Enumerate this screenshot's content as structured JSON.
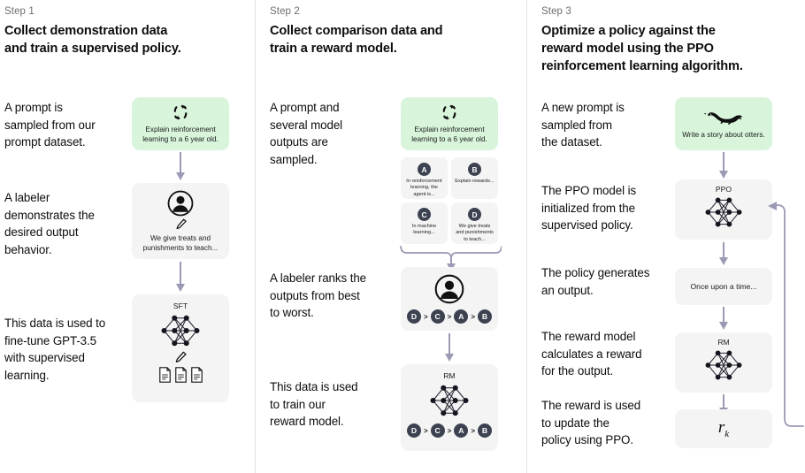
{
  "meta": {
    "diagram_title": "RLHF three-step training diagram",
    "accent_green": "#d8f5dc",
    "box_gray": "#f4f4f4",
    "badge_navy": "#3d4251",
    "arrow_purple": "#9a9ab5",
    "divider_gray": "#e3e3e3"
  },
  "columns": [
    {
      "step_label": "Step 1",
      "step_title": "Collect demonstration data\nand train a supervised policy.",
      "descriptions": [
        "A prompt is\nsampled from our\nprompt dataset.",
        "A labeler\ndemonstrates the\ndesired output\nbehavior.",
        "This data is used to\nfine-tune GPT-3.5\nwith supervised\nlearning."
      ],
      "prompt_box": {
        "icon": "refresh-cycle-icon",
        "caption": "Explain reinforcement\nlearning to a 6 year old."
      },
      "labeler_box": {
        "icon": "person-avatar-icon",
        "pencil": "pencil-icon",
        "caption": "We give treats and\npunishments to teach..."
      },
      "model_box": {
        "title": "SFT",
        "icon": "neural-network-icon",
        "pencil": "pencil-icon",
        "documents": "document-icon"
      }
    },
    {
      "step_label": "Step 2",
      "step_title": "Collect comparison data and\ntrain a reward model.",
      "descriptions": [
        "A prompt and\nseveral model\noutputs are\nsampled.",
        "A labeler ranks the\noutputs from best\nto worst.",
        "This data is used\nto train our\nreward model."
      ],
      "prompt_box": {
        "icon": "refresh-cycle-icon",
        "caption": "Explain reinforcement\nlearning to a 6 year old."
      },
      "output_cards": [
        {
          "badge": "A",
          "text": "In reinforcement\nlearning, the\nagent is..."
        },
        {
          "badge": "B",
          "text": "Explain rewards..."
        },
        {
          "badge": "C",
          "text": "In machine\nlearning..."
        },
        {
          "badge": "D",
          "text": "We give treats and\npunishments to\nteach..."
        }
      ],
      "labeler_box": {
        "icon": "person-avatar-icon",
        "ranking": [
          "D",
          "C",
          "A",
          "B"
        ]
      },
      "model_box": {
        "title": "RM",
        "icon": "neural-network-icon",
        "ranking": [
          "D",
          "C",
          "A",
          "B"
        ]
      }
    },
    {
      "step_label": "Step 3",
      "step_title": "Optimize a policy against the\nreward model using the PPO\nreinforcement learning algorithm.",
      "descriptions": [
        "A new prompt is\nsampled from\nthe dataset.",
        "The PPO model is\ninitialized from the\nsupervised policy.",
        "The policy generates\nan output.",
        "The reward model\ncalculates a reward\nfor the output.",
        "The reward is used\nto update the\npolicy using PPO."
      ],
      "prompt_box": {
        "icon": "otter-icon",
        "caption": "Write a story\nabout otters."
      },
      "ppo_box": {
        "title": "PPO",
        "icon": "neural-network-icon"
      },
      "output_box": {
        "text": "Once upon a time..."
      },
      "rm_box": {
        "title": "RM",
        "icon": "neural-network-icon"
      },
      "reward_box": {
        "symbol": "r",
        "subscript": "k"
      },
      "feedback_loop": "reward-to-ppo-update-arrow"
    }
  ]
}
